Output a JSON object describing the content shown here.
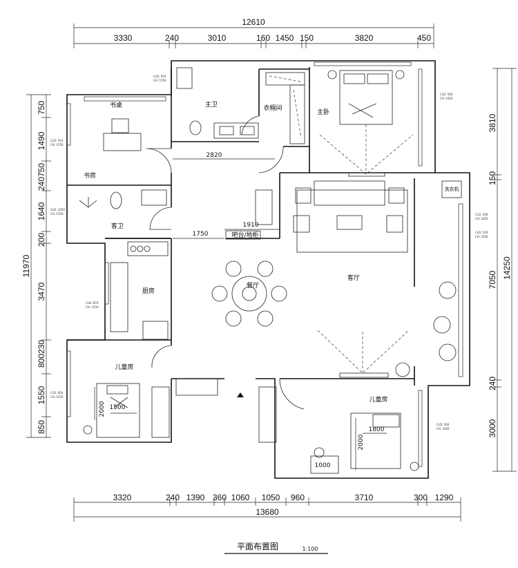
{
  "plan": {
    "title": "平面布置图",
    "scale": "1:100"
  },
  "dims": {
    "top_total": "12610",
    "top_segments": [
      "3330",
      "240",
      "3010",
      "160",
      "1450",
      "150",
      "3820",
      "450"
    ],
    "bottom_segments": [
      "3320",
      "240",
      "1390",
      "360",
      "1060",
      "1050",
      "960",
      "3710",
      "300",
      "1290"
    ],
    "bottom_total": "13680",
    "left_total": "11970",
    "left_segments": [
      "750",
      "1490",
      "240750",
      "1640",
      "200",
      "3470",
      "800230",
      "1550",
      "850"
    ],
    "right_total": "14250",
    "right_segments": [
      "3810",
      "150",
      "7050",
      "240",
      "3000"
    ],
    "inner": [
      "2820",
      "1750",
      "1910",
      "1500",
      "2000",
      "1800",
      "2000",
      "1000"
    ]
  },
  "rooms": {
    "study": "书房",
    "desk": "书桌",
    "master_bath": "主卫",
    "cloakroom": "衣帽间",
    "master_bed": "主卧",
    "guest_bath": "客卫",
    "bar": "吧台/地柜",
    "kitchen": "厨房",
    "dining": "餐厅",
    "living": "客厅",
    "washer": "洗衣机",
    "kids_room_1": "儿童房",
    "kids_room_2": "儿童房"
  },
  "window_notes": {
    "study": [
      "CLD: 910",
      "CH: 1550"
    ],
    "master_bath": [
      "CLD: 910",
      "CH: 1550"
    ],
    "guest_bath": [
      "CLD: 1000",
      "CH: 1550"
    ],
    "master_bed": [
      "CLD: 500",
      "CH: 1850"
    ],
    "kitchen": [
      "CLD: 870",
      "CH: 1550"
    ],
    "living_a": [
      "CLD: 500",
      "CH: 1850"
    ],
    "living_b": [
      "CLD: 220",
      "CH: 2200"
    ],
    "kids_1": [
      "CLD: 950",
      "CH: 1550"
    ],
    "kids_2": [
      "CLD: 500",
      "CH: 1850"
    ]
  }
}
